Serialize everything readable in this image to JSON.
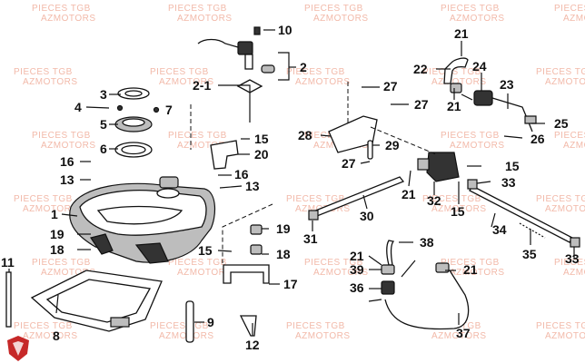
{
  "watermark": {
    "brand_line": "PIECES TGB",
    "site_line": "AZMOTORS",
    "color": "#f2b9a9"
  },
  "logo": {
    "icon": "azmotors-shield-logo",
    "color": "#c62828"
  },
  "callouts": [
    "1",
    "2",
    "2-1",
    "3",
    "4",
    "5",
    "6",
    "7",
    "8",
    "9",
    "10",
    "11",
    "12",
    "13",
    "13",
    "15",
    "15",
    "15",
    "15",
    "16",
    "16",
    "17",
    "18",
    "18",
    "19",
    "19",
    "20",
    "21",
    "21",
    "21",
    "21",
    "21",
    "22",
    "23",
    "24",
    "25",
    "26",
    "27",
    "27",
    "27",
    "28",
    "29",
    "30",
    "31",
    "32",
    "33",
    "33",
    "34",
    "35",
    "36",
    "37",
    "38",
    "39"
  ]
}
